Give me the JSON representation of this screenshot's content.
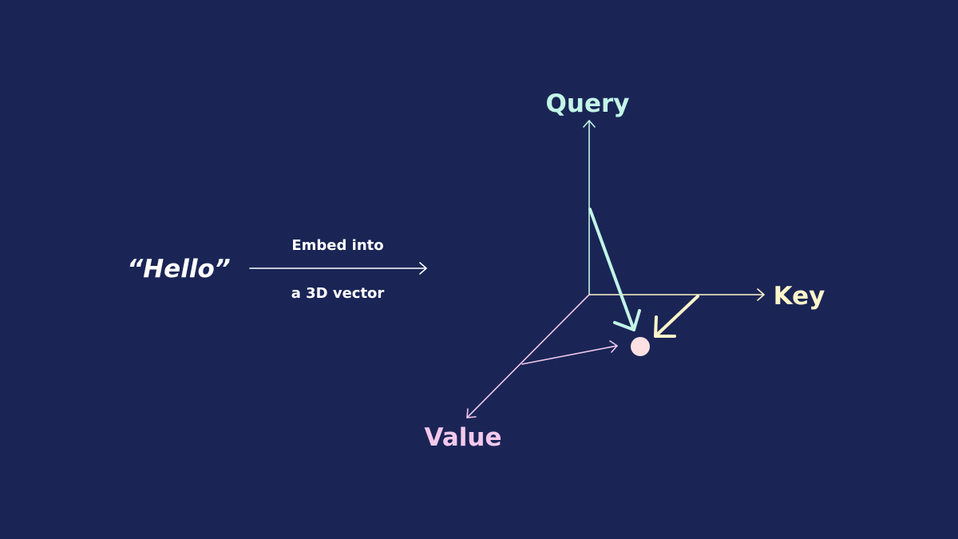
{
  "source_word": "“Hello”",
  "arrow_caption": {
    "line1": "Embed into",
    "line2": "a 3D vector"
  },
  "axes": {
    "query": "Query",
    "key": "Key",
    "value": "Value"
  },
  "colors": {
    "background": "#1a2556",
    "white": "#ffffff",
    "query": "#c3f5e6",
    "key": "#fff6c9",
    "value": "#f3c9ec",
    "point": "#fde0e2"
  }
}
